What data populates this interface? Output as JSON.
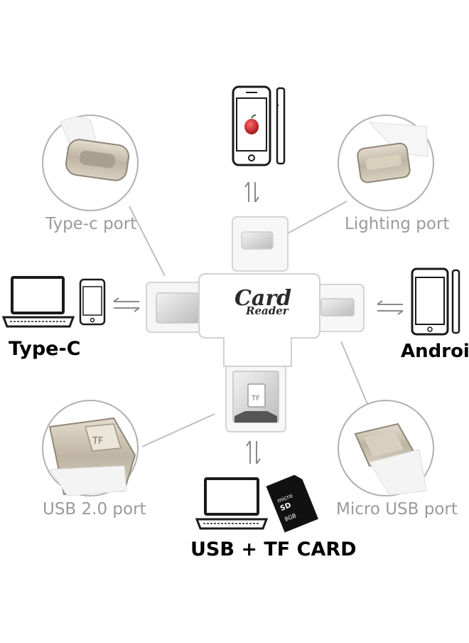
{
  "labels": {
    "type_c_port": "Type-c port",
    "lighting_port": "Lighting port",
    "usb_port": "USB 2.0 port",
    "micro_usb_port": "Micro USB port",
    "type_c_title": "Type-C",
    "android_title": "Android",
    "usb_tf_title": "USB + TF CARD"
  },
  "device": {
    "brand_line1": "Card",
    "brand_line2": "Reader",
    "sd_card_label": "TF"
  },
  "colors": {
    "label_gray": "#9a9a9a",
    "circle_border": "#b0b0b0",
    "connector_line": "#bfbfbf",
    "metal": "#c9bfb0",
    "accent_red": "#c0141c"
  }
}
